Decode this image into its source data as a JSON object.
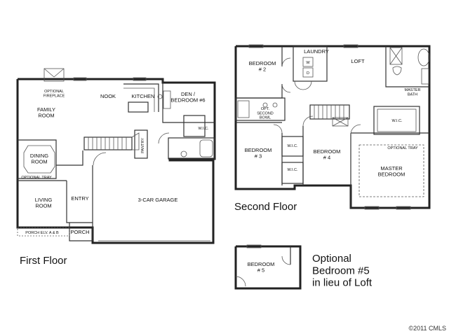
{
  "first_floor": {
    "caption": "First Floor",
    "rooms": {
      "optional_fireplace": "OPTIONAL\nFIREPLACE",
      "nook": "NOOK",
      "kitchen": "KITCHEN",
      "den": "DEN /\nBEDROOM #6",
      "family_room": "FAMILY\nROOM",
      "wic": "W.I.C.",
      "pantry": "PANTRY",
      "dining_room": "DINING\nROOM",
      "optional_tray": "OPTIONAL TRAY",
      "living_room": "LIVING\nROOM",
      "entry": "ENTRY",
      "garage": "3-CAR GARAGE",
      "porch": "PORCH",
      "porch_elv": "PORCH ELV. A & B"
    }
  },
  "second_floor": {
    "caption": "Second Floor",
    "rooms": {
      "bedroom2": "BEDROOM\n# 2",
      "laundry": "LAUNDRY",
      "washer": "W",
      "dryer": "D",
      "loft": "LOFT",
      "master_bath": "MASTER\nBATH",
      "opt_second_bowl": "OPT.\nSECOND\nBOWL",
      "wic_master": "W.I.C.",
      "bedroom3": "BEDROOM\n# 3",
      "wic_a": "W.I.C.",
      "bedroom4": "BEDROOM\n# 4",
      "wic_b": "W.I.C.",
      "optional_tray": "OPTIONAL TRAY",
      "master_bedroom": "MASTER\nBEDROOM"
    }
  },
  "optional_plan": {
    "bedroom5": "BEDROOM\n# 5",
    "caption": "Optional\nBedroom #5\nin lieu of Loft"
  },
  "copyright": "©2011 CMLS"
}
